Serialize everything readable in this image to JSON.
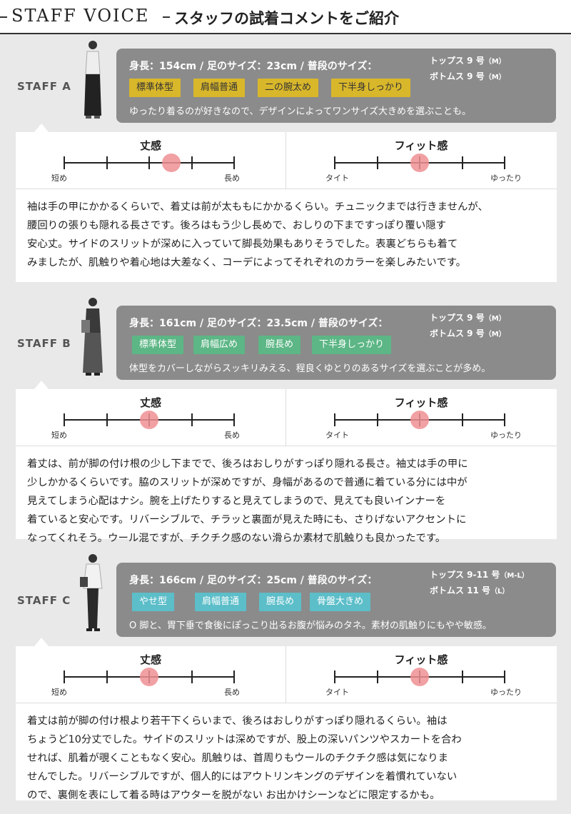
{
  "header": {
    "title_en": "STAFF VOICE",
    "title_jp": "スタッフの試着コメントをご紹介"
  },
  "colors": {
    "tag_yellow": "#d9b72b",
    "tag_green": "#5cb685",
    "tag_blue": "#5cbec9",
    "info_bg": "#8b8b8b",
    "marker": "#ef8f93"
  },
  "meter_labels": {
    "length_title": "丈感",
    "length_left": "短め",
    "length_right": "長め",
    "fit_title": "フィット感",
    "fit_left": "タイト",
    "fit_right": "ゆったり"
  },
  "staff": [
    {
      "label": "STAFF A",
      "stats": "身長：154cm / 足のサイズ：23cm / 普段のサイズ：",
      "size_tops": "トップス 9 号",
      "size_tops_unit": "（M）",
      "size_bottoms": "ボトムス 9 号",
      "size_bottoms_unit": "（M）",
      "tag_color": "#d9b72b",
      "tags": [
        "標準体型",
        "肩幅普通",
        "二の腕太め",
        "下半身しっかり"
      ],
      "desc": "ゆったり着るのが好きなので、デザインによってワンサイズ大きめを選ぶことも。",
      "length_level": 0.63,
      "fit_level": 0.5,
      "comment": [
        "袖は手の甲にかかるくらいで、着丈は前が太ももにかかるくらい。チュニックまでは行きませんが、",
        "腰回りの張りも隠れる長さです。後ろはもう少し長めで、おしりの下まですっぽり覆い隠す",
        "安心丈。サイドのスリットが深めに入っていて脚長効果もありそうでした。表裏どちらも着て",
        "みましたが、肌触りや着心地は大差なく、コーデによってそれぞれのカラーを楽しみたいです。"
      ]
    },
    {
      "label": "STAFF B",
      "stats": "身長：161cm / 足のサイズ：23.5cm / 普段のサイズ：",
      "size_tops": "トップス 9 号",
      "size_tops_unit": "（M）",
      "size_bottoms": "ボトムス 9 号",
      "size_bottoms_unit": "（M）",
      "tag_color": "#5cb685",
      "tags": [
        "標準体型",
        "肩幅広め",
        "腕長め",
        "下半身しっかり"
      ],
      "desc": "体型をカバーしながらスッキリみえる、程良くゆとりのあるサイズを選ぶことが多め。",
      "length_level": 0.5,
      "fit_level": 0.5,
      "comment": [
        "着丈は、前が脚の付け根の少し下までで、後ろはおしりがすっぽり隠れる長さ。袖丈は手の甲に",
        "少しかかるくらいです。脇のスリットが深めですが、身幅があるので普通に着ている分には中が",
        "見えてしまう心配はナシ。腕を上げたりすると見えてしまうので、見えても良いインナーを",
        "着ていると安心です。リバーシブルで、チラッと裏面が見えた時にも、さりげないアクセントに",
        "なってくれそう。ウール混ですが、チクチク感のない滑らか素材で肌触りも良かったです。"
      ]
    },
    {
      "label": "STAFF C",
      "stats": "身長：166cm / 足のサイズ：25cm / 普段のサイズ：",
      "size_tops": "トップス 9-11 号",
      "size_tops_unit": "（M-L）",
      "size_bottoms": "ボトムス 11 号",
      "size_bottoms_unit": "（L）",
      "tag_color": "#5cbec9",
      "tags": [
        "やせ型",
        "肩幅普通",
        "腕長め",
        "骨盤大きめ"
      ],
      "desc": "O 脚と、胃下垂で食後にぽっこり出るお腹が悩みのタネ。素材の肌触りにもやや敏感。",
      "length_level": 0.5,
      "fit_level": 0.5,
      "comment": [
        "着丈は前が脚の付け根より若干下くらいまで、後ろはおしりがすっぽり隠れるくらい。袖は",
        "ちょうど10分丈でした。サイドのスリットは深めですが、股上の深いパンツやスカートを合わ",
        "せれば、肌着が覗くこともなく安心。肌触りは、首周りもウールのチクチク感は気になりま",
        "せんでした。リバーシブルですが、個人的にはアウトリンキングのデザインを着慣れていない",
        "ので、裏側を表にして着る時はアウターを脱がない お出かけシーンなどに限定するかも。"
      ]
    }
  ]
}
